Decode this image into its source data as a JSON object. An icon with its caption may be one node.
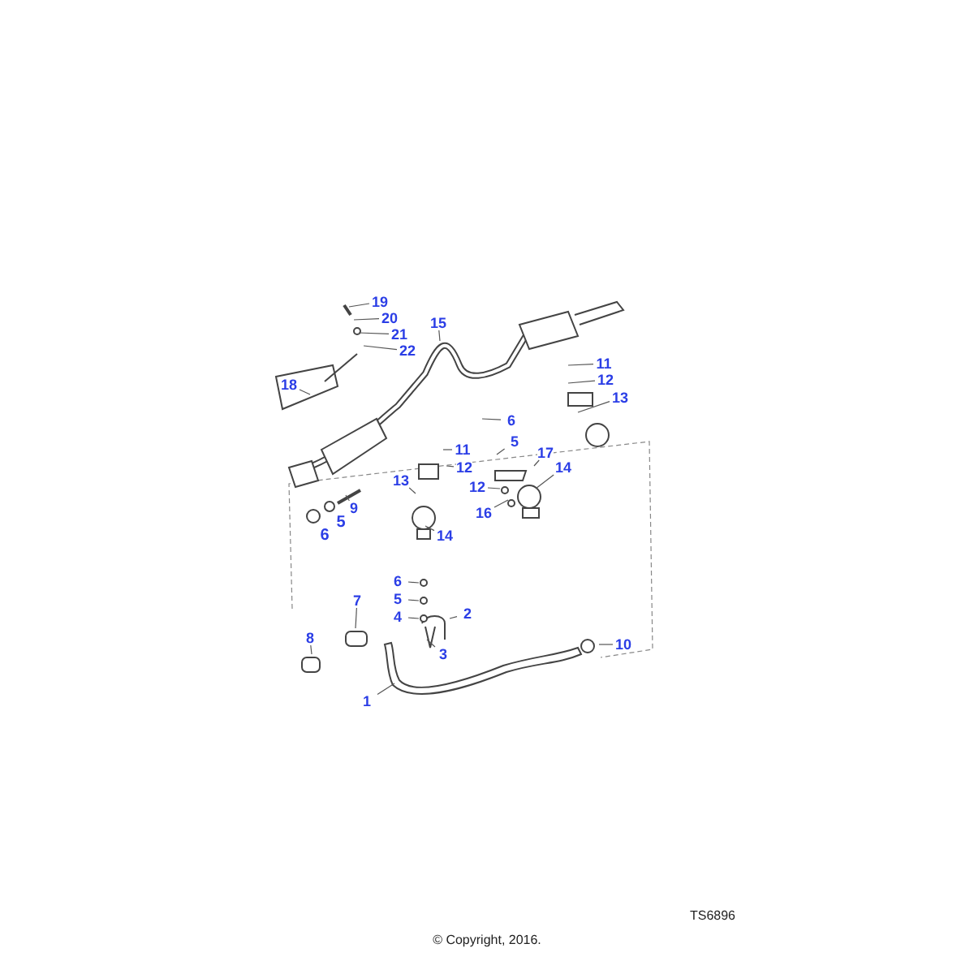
{
  "diagram": {
    "nodes": [
      {
        "text": [
          "19"
        ]
      },
      {
        "text": [
          "20"
        ]
      },
      {
        "text": [
          "21"
        ]
      },
      {
        "text": [
          "22"
        ]
      },
      {
        "text": [
          "15"
        ]
      },
      {
        "text": [
          "18"
        ]
      },
      {
        "text": [
          "11"
        ]
      },
      {
        "text": [
          "12"
        ]
      },
      {
        "text": [
          "13"
        ]
      },
      {
        "text": [
          "6"
        ]
      },
      {
        "text": [
          "5"
        ]
      },
      {
        "text": [
          "17"
        ]
      },
      {
        "text": [
          "14"
        ]
      },
      {
        "text": [
          "11"
        ]
      },
      {
        "text": [
          "12"
        ]
      },
      {
        "text": [
          "13"
        ]
      },
      {
        "text": [
          "12"
        ]
      },
      {
        "text": [
          "16"
        ]
      },
      {
        "text": [
          "9"
        ]
      },
      {
        "text": [
          "14"
        ]
      },
      {
        "text": [
          "6"
        ]
      },
      {
        "text": [
          "5"
        ]
      },
      {
        "text": [
          "4"
        ]
      },
      {
        "text": [
          "7"
        ]
      },
      {
        "text": [
          "8"
        ]
      },
      {
        "text": [
          "2"
        ]
      },
      {
        "text": [
          "3"
        ]
      },
      {
        "text": [
          "10"
        ]
      },
      {
        "text": [
          "1"
        ]
      }
    ],
    "edges": [
      {
        "from": 0,
        "to": null,
        "arrow": "none"
      },
      {
        "from": 1,
        "to": null,
        "arrow": "none"
      },
      {
        "from": 2,
        "to": null,
        "arrow": "none"
      },
      {
        "from": 3,
        "to": null,
        "arrow": "none"
      },
      {
        "from": 4,
        "to": null,
        "arrow": "none"
      },
      {
        "from": 5,
        "to": null,
        "arrow": "none"
      },
      {
        "from": 6,
        "to": null,
        "arrow": "none"
      },
      {
        "from": 7,
        "to": null,
        "arrow": "none"
      },
      {
        "from": 8,
        "to": null,
        "arrow": "none"
      },
      {
        "from": 9,
        "to": null,
        "arrow": "none"
      },
      {
        "from": 10,
        "to": null,
        "arrow": "none"
      },
      {
        "from": 11,
        "to": null,
        "arrow": "none"
      },
      {
        "from": 12,
        "to": null,
        "arrow": "none"
      },
      {
        "from": 13,
        "to": null,
        "arrow": "none"
      },
      {
        "from": 14,
        "to": null,
        "arrow": "none"
      },
      {
        "from": 15,
        "to": null,
        "arrow": "none"
      },
      {
        "from": 16,
        "to": null,
        "arrow": "none"
      },
      {
        "from": 17,
        "to": null,
        "arrow": "none"
      },
      {
        "from": 18,
        "to": null,
        "arrow": "none"
      },
      {
        "from": 19,
        "to": null,
        "arrow": "none"
      },
      {
        "from": 20,
        "to": null,
        "arrow": "none"
      },
      {
        "from": 21,
        "to": null,
        "arrow": "none"
      },
      {
        "from": 22,
        "to": null,
        "arrow": "none"
      },
      {
        "from": 23,
        "to": null,
        "arrow": "none"
      },
      {
        "from": 24,
        "to": null,
        "arrow": "none"
      },
      {
        "from": 25,
        "to": null,
        "arrow": "none"
      },
      {
        "from": 26,
        "to": null,
        "arrow": "none"
      },
      {
        "from": 27,
        "to": null,
        "arrow": "none"
      },
      {
        "from": 28,
        "to": null,
        "arrow": "none"
      }
    ],
    "labels": [
      "5",
      "6",
      "TS6896",
      "© Copyright, 2016."
    ]
  }
}
